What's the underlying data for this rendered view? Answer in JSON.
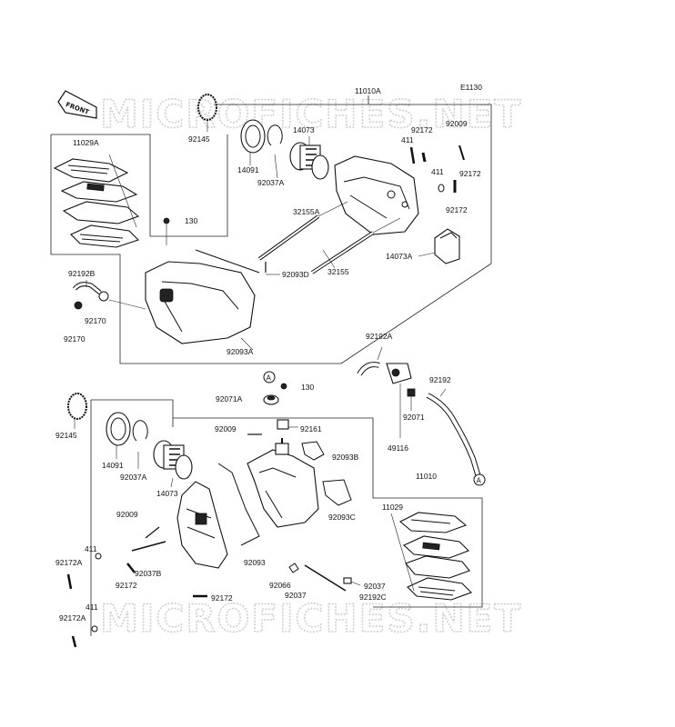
{
  "diagram_code": "E1130",
  "watermark": "MICROFICHES.NET",
  "front_badge": "FRONT",
  "callout_marker": "A",
  "labels": {
    "p11010A": "11010A",
    "p92145_top": "92145",
    "p14073_top": "14073",
    "p92172_1": "92172",
    "p92009_top": "92009",
    "p411_1": "411",
    "p11029A": "11029A",
    "p14091_top": "14091",
    "p92037A_top": "92037A",
    "p411_2": "411",
    "p92172_2": "92172",
    "p92172_3": "92172",
    "p130_top": "130",
    "p32155A": "32155A",
    "p14073A": "14073A",
    "p92093D": "92093D",
    "p32155": "32155",
    "p92192B": "92192B",
    "p92170_1": "92170",
    "p92170_2": "92170",
    "p92093A": "92093A",
    "p92192A": "92192A",
    "p92071A": "92071A",
    "p130_mid": "130",
    "p92192": "92192",
    "p92145_bot": "92145",
    "p92009_mid": "92009",
    "p92161": "92161",
    "p92071": "92071",
    "p92093B": "92093B",
    "p14091_bot": "14091",
    "p92037A_bot": "92037A",
    "p49116": "49116",
    "p14073_bot": "14073",
    "p11010": "11010",
    "p92093C": "92093C",
    "p11029": "11029",
    "p92009_low": "92009",
    "p411_3": "411",
    "p92172A_1": "92172A",
    "p92037B": "92037B",
    "p92172_4": "92172",
    "p92093": "92093",
    "p92066": "92066",
    "p92037_1": "92037",
    "p92037_2": "92037",
    "p92192C": "92192C",
    "p92172_5": "92172",
    "p411_4": "411",
    "p92172A_2": "92172A"
  }
}
